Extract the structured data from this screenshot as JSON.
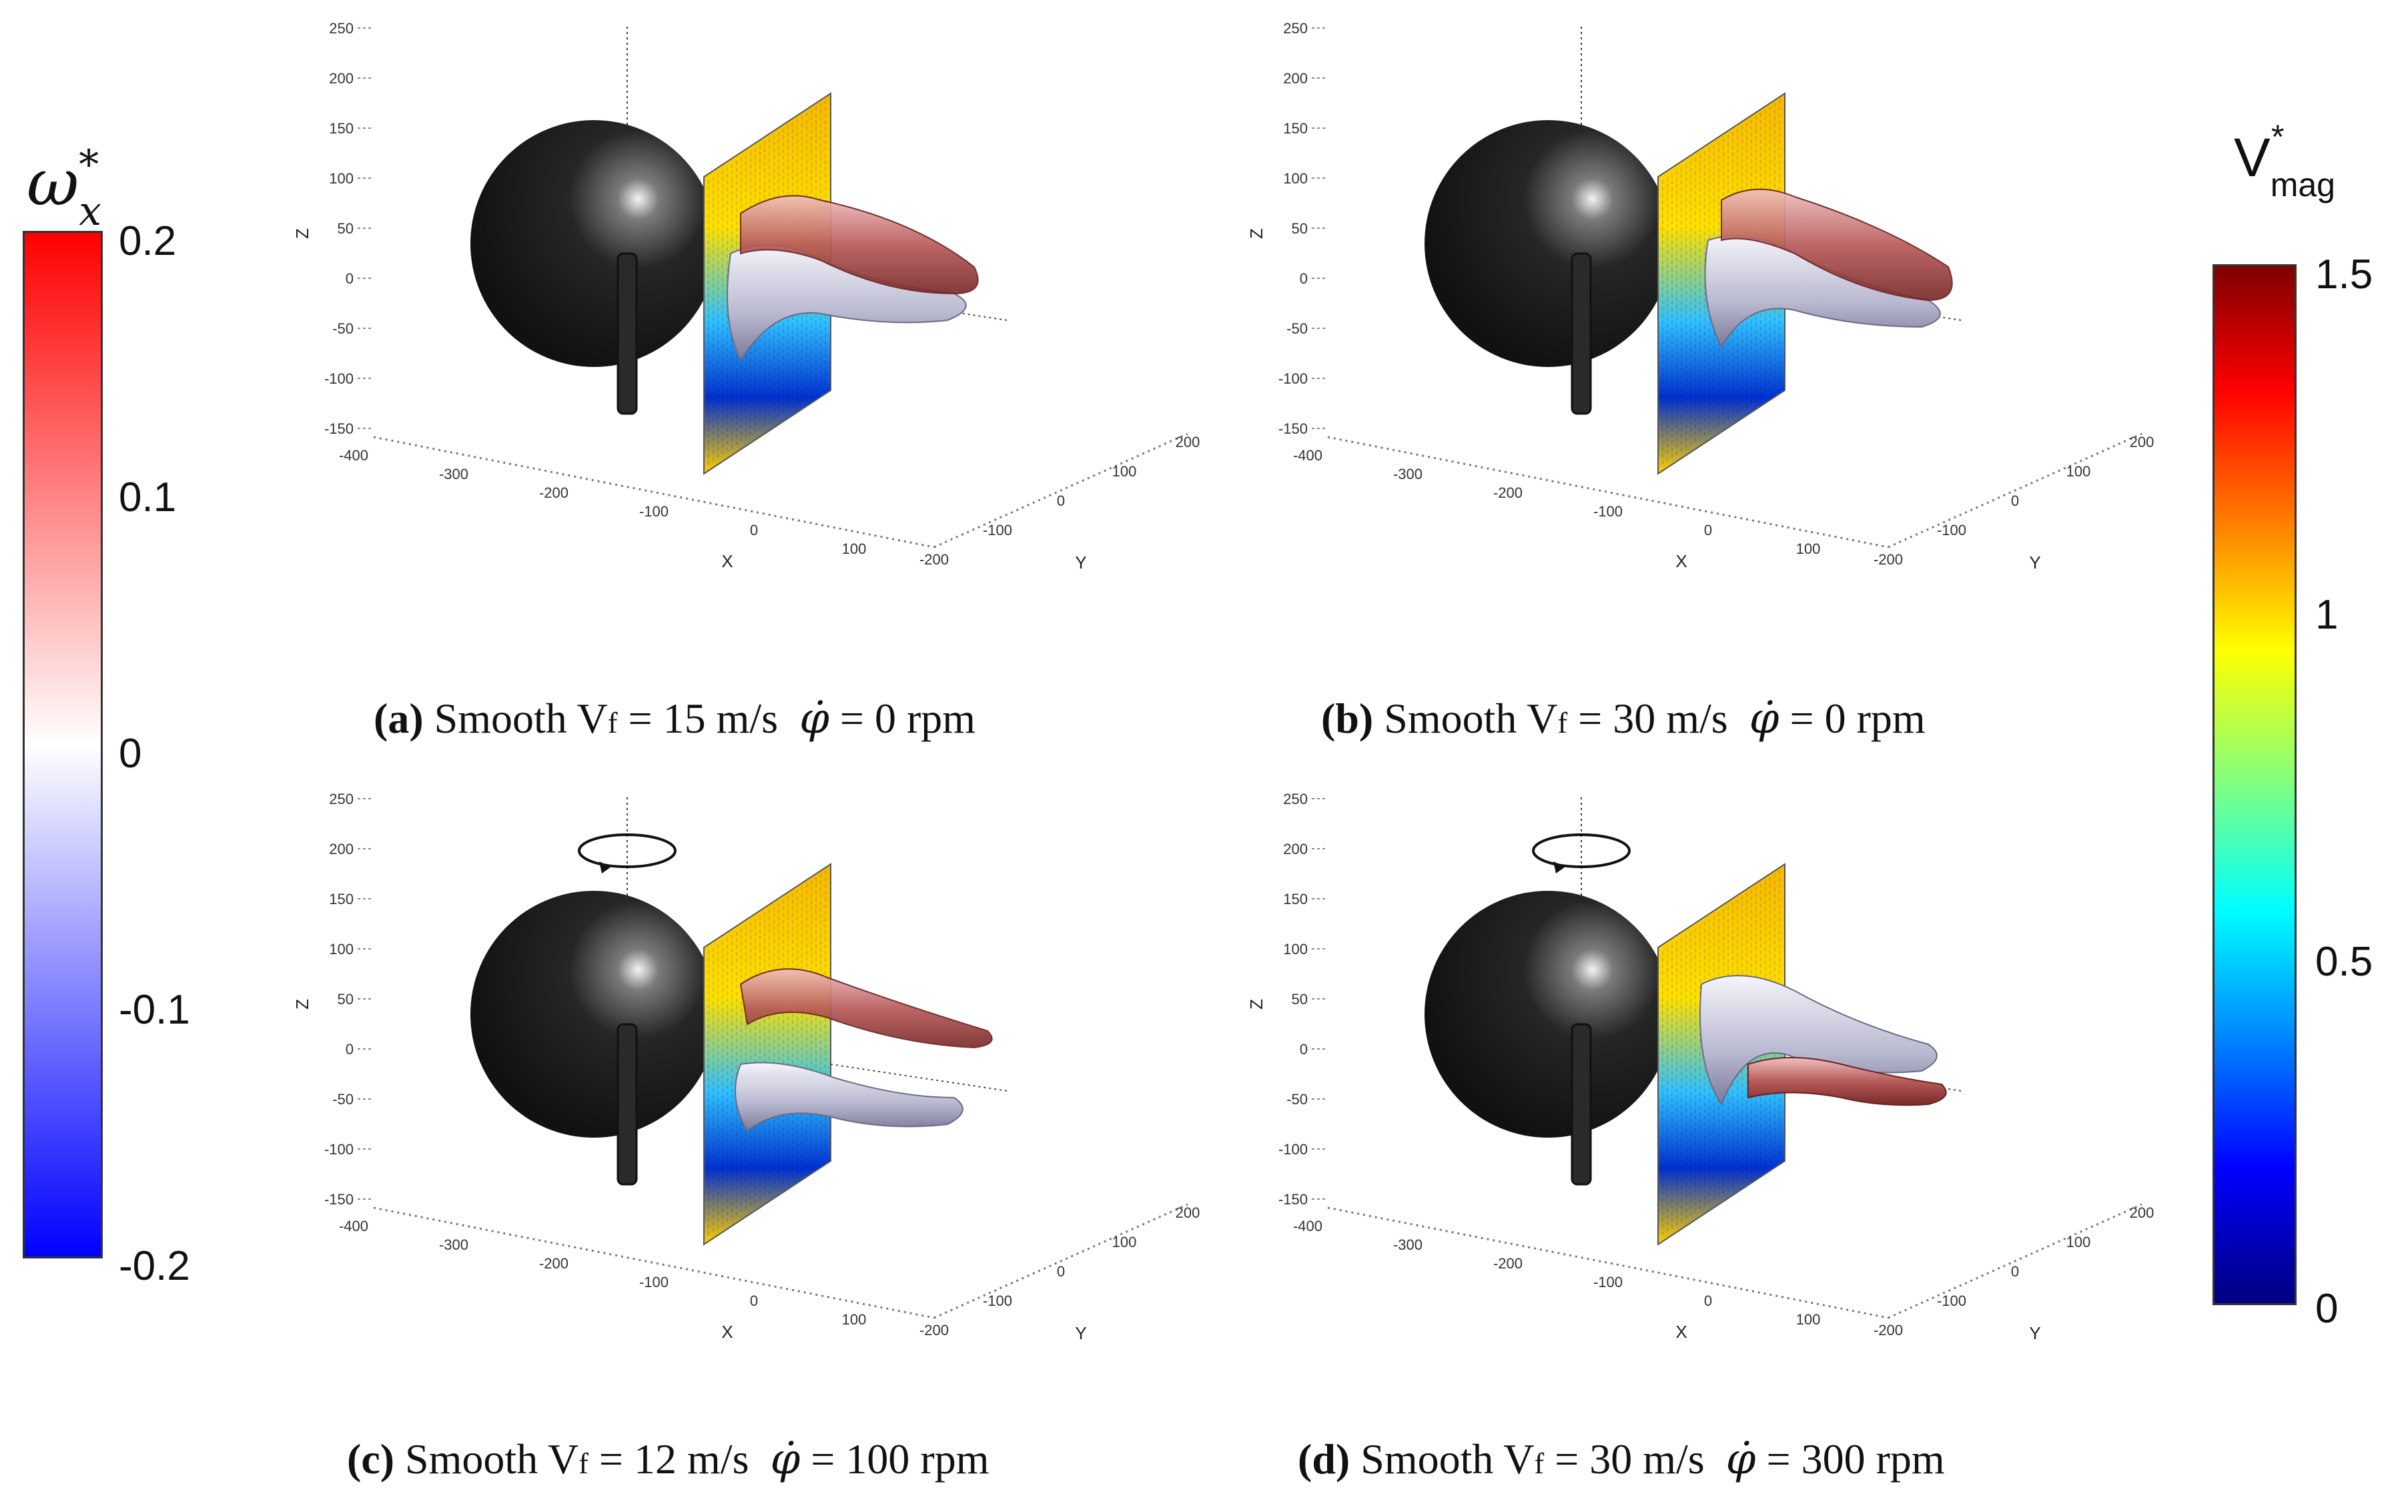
{
  "left_colorbar": {
    "title_base": "ω",
    "title_sub": "x",
    "title_sup": "*",
    "ticks": [
      "0.2",
      "0.1",
      "0",
      "-0.1",
      "-0.2"
    ],
    "colors": {
      "top": "#ff0000",
      "mid": "#ffffff",
      "bottom": "#0000ff"
    }
  },
  "right_colorbar": {
    "title_base": "V",
    "title_sub": "mag",
    "title_sup": "*",
    "ticks": [
      "1.5",
      "1",
      "0.5",
      "0"
    ]
  },
  "axis_labels": {
    "x": "X",
    "y": "Y",
    "z": "Z"
  },
  "z_ticks": [
    "250",
    "200",
    "150",
    "100",
    "50",
    "0",
    "-50",
    "-100",
    "-150"
  ],
  "x_ticks": [
    "-400",
    "-300",
    "-200",
    "-100",
    "0",
    "100"
  ],
  "y_ticks": [
    "200",
    "100",
    "0",
    "-100",
    "-200"
  ],
  "panels": [
    {
      "tag": "(a)",
      "surface": "Smooth V",
      "vf_sub": "f",
      "speed": " = 15 m/s",
      "phi": "φ̇",
      "rpm": " = 0 rpm",
      "rotating": false
    },
    {
      "tag": "(b)",
      "surface": "Smooth V",
      "vf_sub": "f",
      "speed": " = 30 m/s",
      "phi": "φ̇",
      "rpm": " = 0 rpm",
      "rotating": false
    },
    {
      "tag": "(c)",
      "surface": "Smooth V",
      "vf_sub": "f",
      "speed": " = 12 m/s",
      "phi": "φ̇",
      "rpm": " = 100 rpm",
      "rotating": true
    },
    {
      "tag": "(d)",
      "surface": "Smooth V",
      "vf_sub": "f",
      "speed": " = 30 m/s",
      "phi": "φ̇",
      "rpm": " = 300 rpm",
      "rotating": true
    }
  ]
}
